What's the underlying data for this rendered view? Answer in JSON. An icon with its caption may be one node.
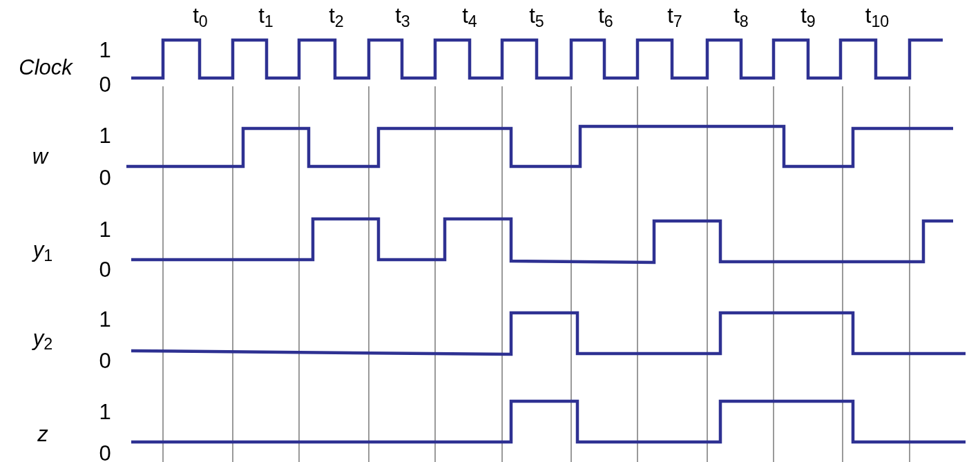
{
  "diagram": {
    "labels": [
      "t$_{0}$",
      "t$_{1}$",
      "t$_{2}$",
      "t$_{3}$",
      "t$_{4}$",
      "t$_{5}$",
      "t$_{6}$",
      "t$_{7}$",
      "t$_{8}$",
      "t$_{9}$",
      "t$_{10}$",
      "1",
      "Clock",
      "0",
      "1",
      "w",
      "0",
      "1",
      "*y*$_{1}$",
      "0",
      "1",
      "*y*$_{2}$",
      "0",
      "1",
      "z",
      "0"
    ]
  }
}
